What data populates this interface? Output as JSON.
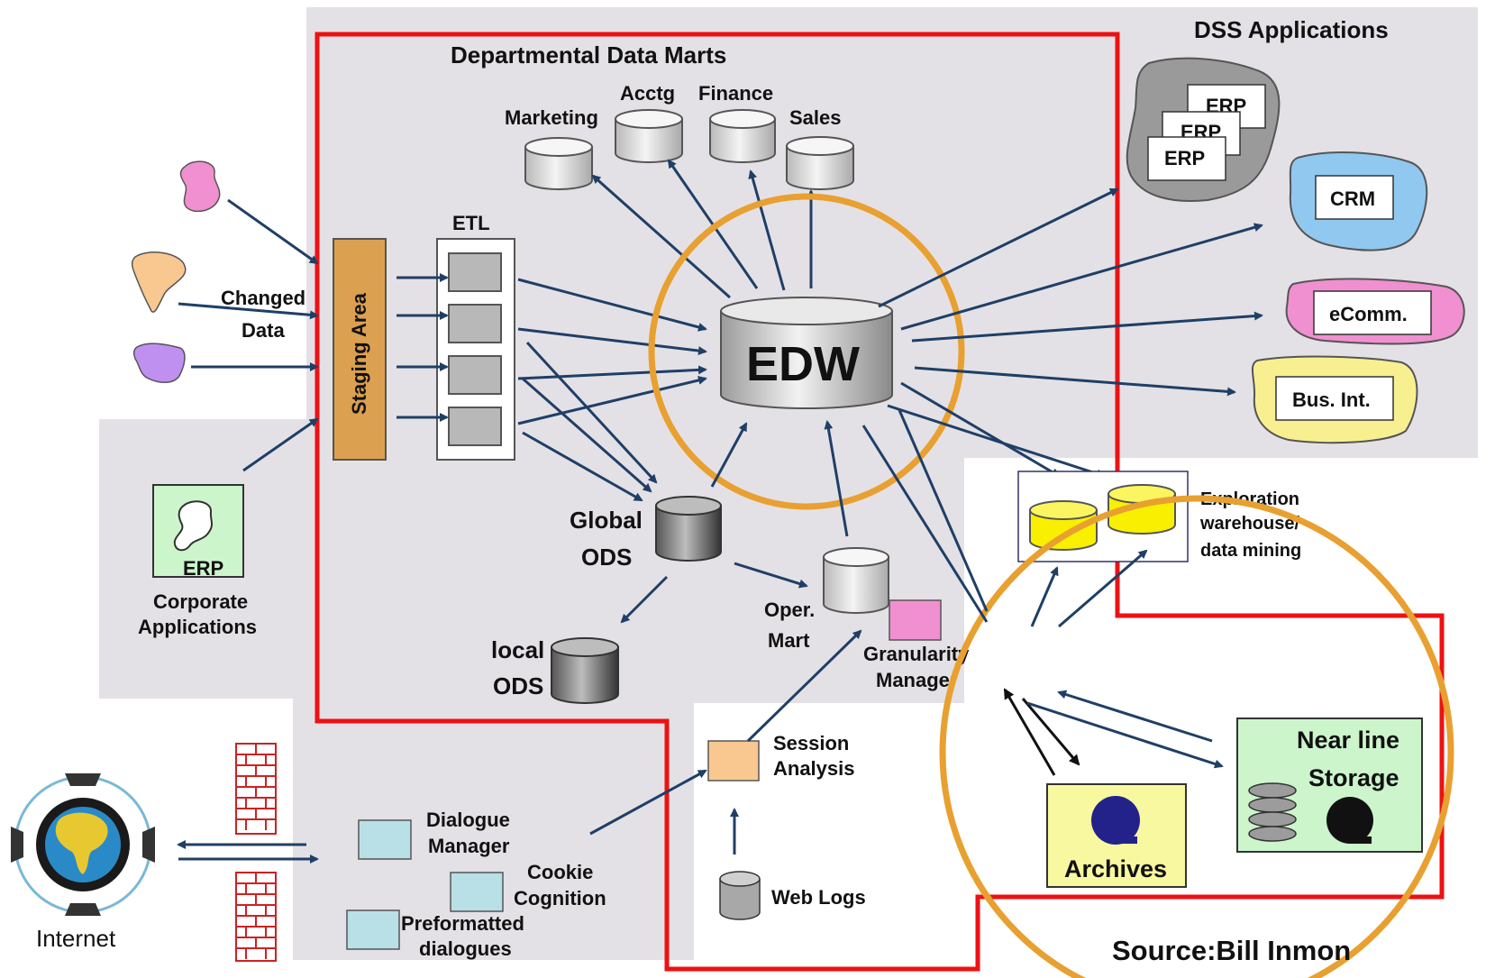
{
  "title": "Departmental Data Marts",
  "dss": {
    "title": "DSS  Applications",
    "erp_labels": [
      "ERP",
      "ERP",
      "ERP"
    ],
    "crm": "CRM",
    "ecomm": "eComm.",
    "busint": "Bus. Int."
  },
  "marts": {
    "marketing": "Marketing",
    "acctg": "Acctg",
    "finance": "Finance",
    "sales": "Sales"
  },
  "etl": "ETL",
  "staging": "Staging Area",
  "changed_data": [
    "Changed",
    "Data"
  ],
  "edw": "EDW",
  "corporate": {
    "erp": "ERP",
    "label": [
      "Corporate",
      "Applications"
    ]
  },
  "global_ods": [
    "Global",
    "ODS"
  ],
  "local_ods": [
    "local",
    "ODS"
  ],
  "oper_mart": [
    "Oper.",
    "Mart"
  ],
  "granularity": [
    "Granularity",
    "Manager"
  ],
  "exploration": [
    "Exploration",
    "warehouse/",
    "data mining"
  ],
  "near_line": [
    "Near line",
    "Storage"
  ],
  "archives": "Archives",
  "session": [
    "Session",
    "Analysis"
  ],
  "web_logs": "Web Logs",
  "dialogue": [
    "Dialogue",
    "Manager"
  ],
  "cookie": [
    "Cookie",
    "Cognition"
  ],
  "preformatted": [
    "Preformatted",
    "dialogues"
  ],
  "internet": "Internet",
  "source": "Source:Bill Inmon",
  "colors": {
    "red_border": "#ee1111",
    "orange_circle": "#e8a030",
    "arrow": "#1f3f66",
    "panel_gray": "#e4e1e6",
    "staging": "#dba050",
    "erp_green": "#ccf5cc",
    "yellow_db": "#f8f000"
  }
}
